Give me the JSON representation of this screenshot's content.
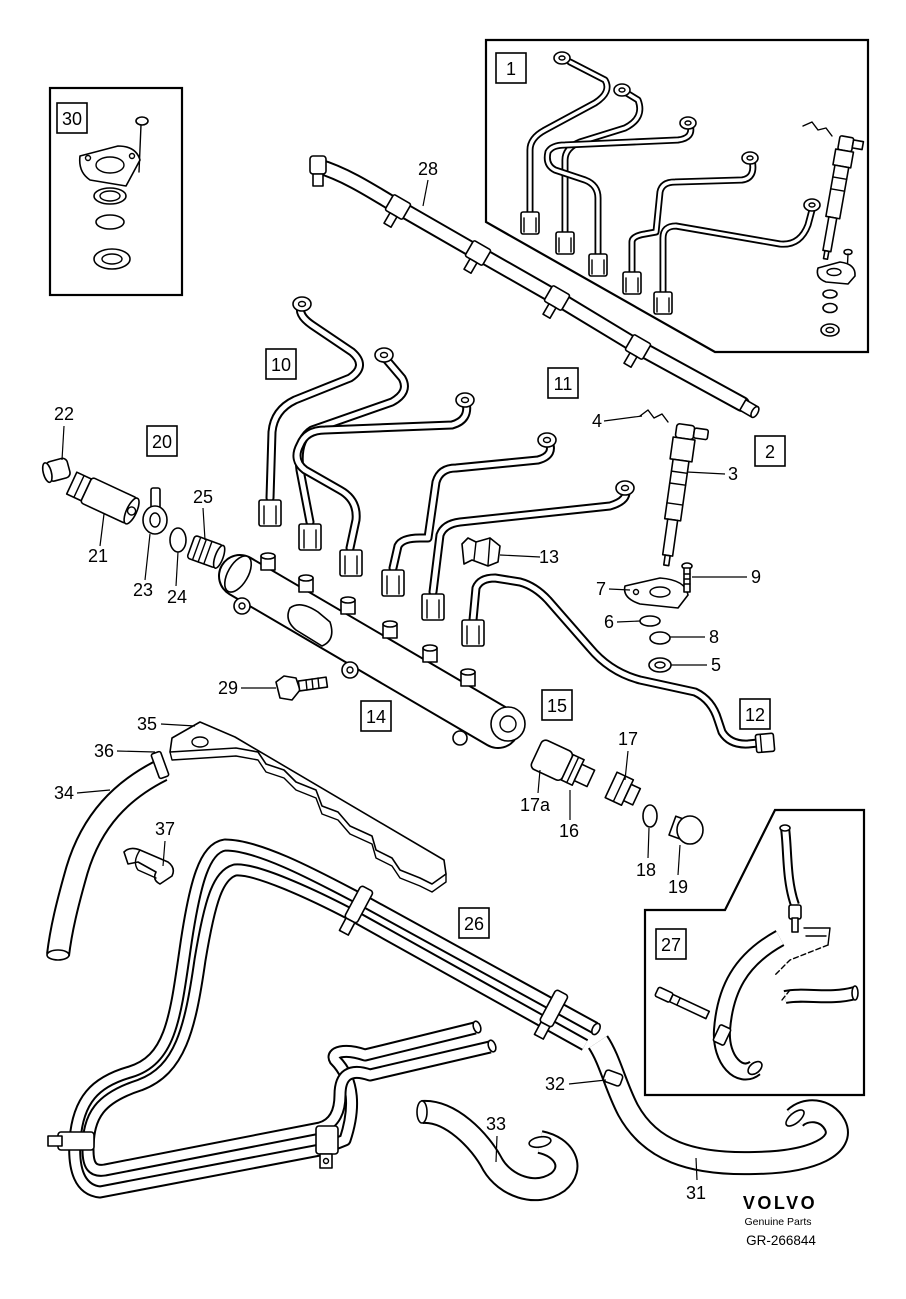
{
  "boxed_callouts": {
    "c1": "1",
    "c2": "2",
    "c10": "10",
    "c11": "11",
    "c12": "12",
    "c14": "14",
    "c15": "15",
    "c20": "20",
    "c26": "26",
    "c27": "27",
    "c30": "30"
  },
  "callouts": {
    "c3": "3",
    "c4": "4",
    "c5": "5",
    "c6": "6",
    "c7": "7",
    "c8": "8",
    "c9": "9",
    "c13": "13",
    "c16": "16",
    "c17": "17",
    "c17a": "17a",
    "c18": "18",
    "c19": "19",
    "c21": "21",
    "c22": "22",
    "c23": "23",
    "c24": "24",
    "c25": "25",
    "c28": "28",
    "c29": "29",
    "c31": "31",
    "c32": "32",
    "c33": "33",
    "c34": "34",
    "c35": "35",
    "c36": "36",
    "c37": "37"
  },
  "branding": {
    "logo": "VOLVO",
    "subtitle": "Genuine Parts",
    "reference": "GR-266844"
  }
}
